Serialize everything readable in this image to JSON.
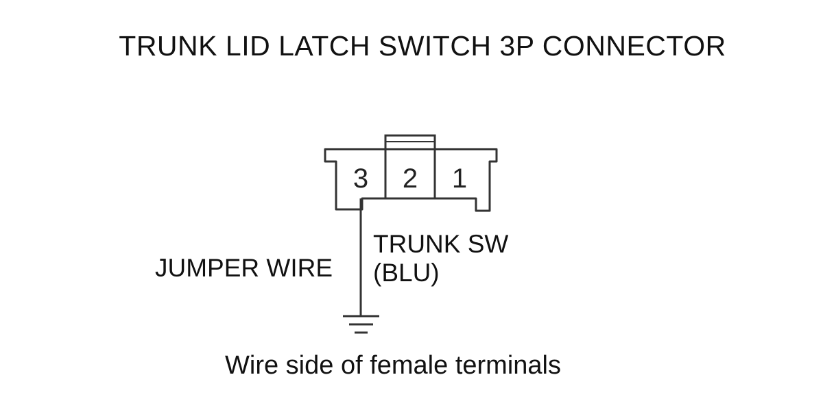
{
  "diagram": {
    "title": "TRUNK LID LATCH SWITCH 3P CONNECTOR",
    "connector": {
      "pins": [
        "3",
        "2",
        "1"
      ]
    },
    "labels": {
      "jumper": "JUMPER WIRE",
      "signal_line1": "TRUNK SW",
      "signal_line2": "(BLU)"
    },
    "footer": "Wire side of female terminals",
    "icons": {
      "ground": "ground-symbol-icon"
    },
    "colors": {
      "line": "#333333",
      "text": "#111111",
      "background": "#ffffff"
    }
  }
}
